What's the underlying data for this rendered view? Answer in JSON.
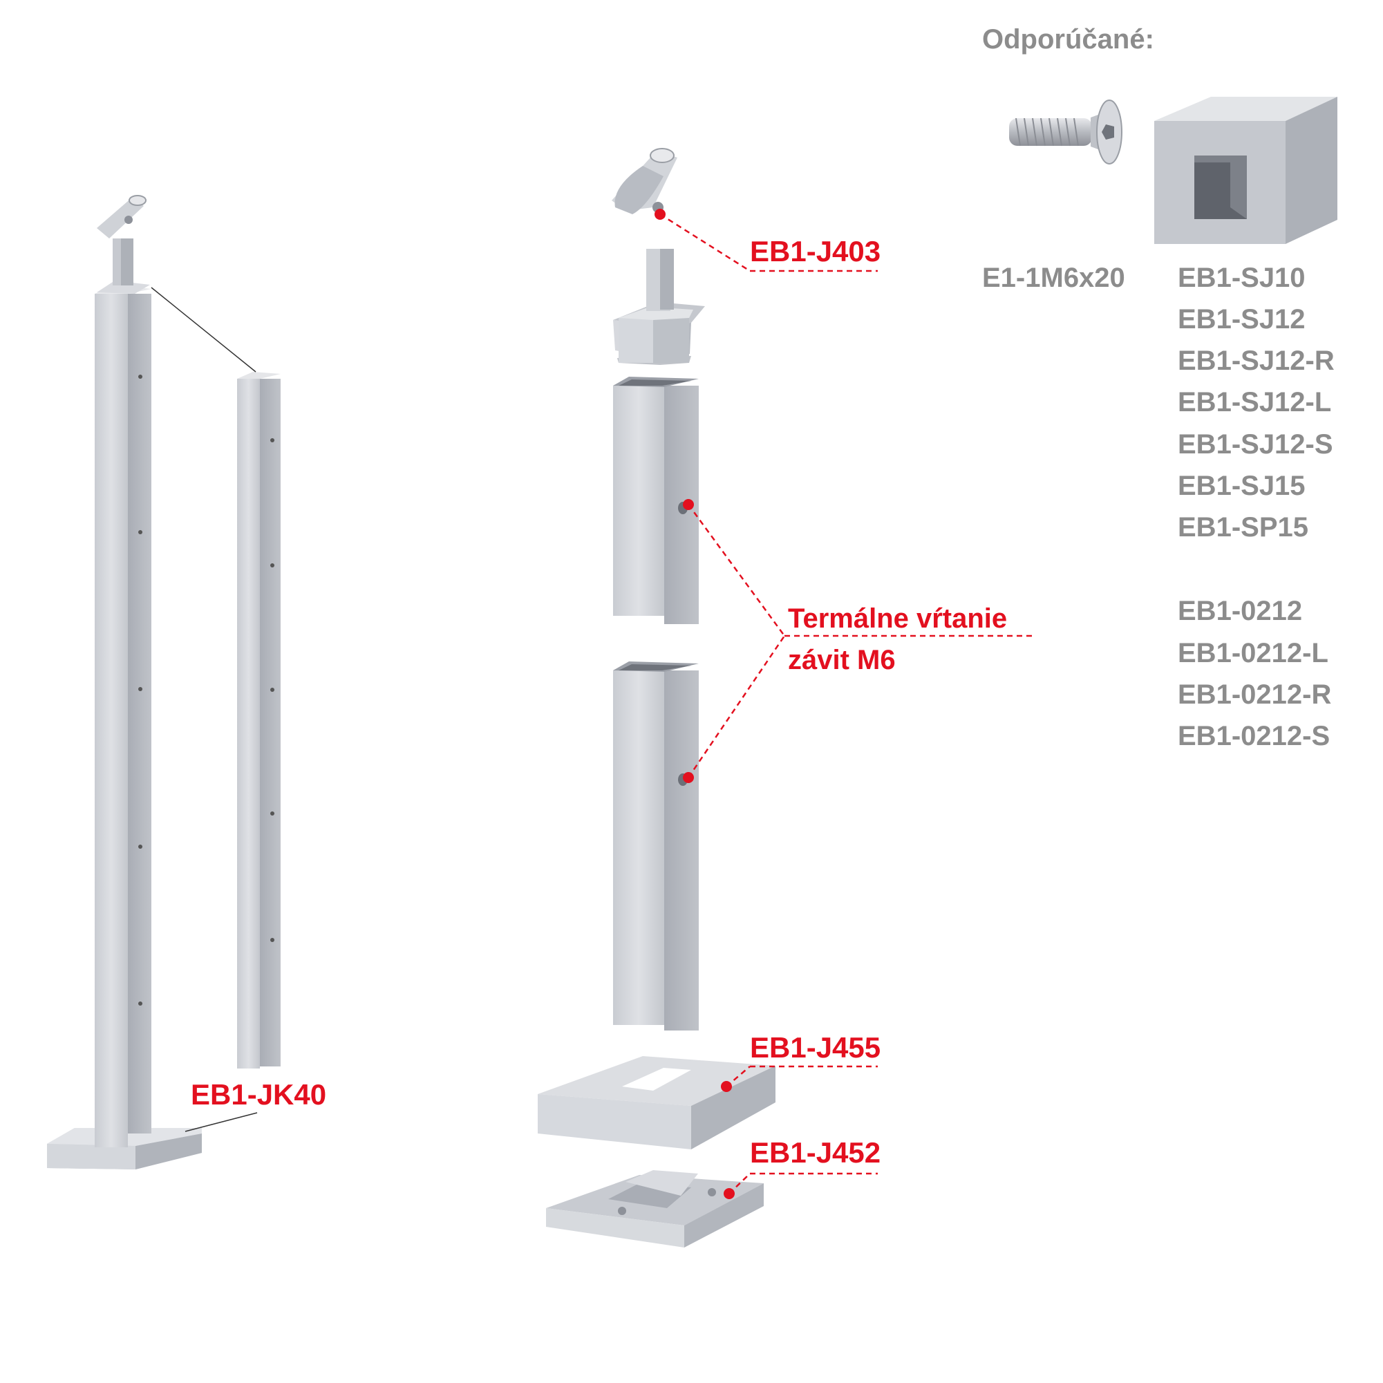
{
  "recommended": {
    "heading": "Odporúčané:",
    "screw_code": "E1-1M6x20",
    "codes_group1": [
      "EB1-SJ10",
      "EB1-SJ12",
      "EB1-SJ12-R",
      "EB1-SJ12-L",
      "EB1-SJ12-S",
      "EB1-SJ15",
      "EB1-SP15"
    ],
    "codes_group2": [
      "EB1-0212",
      "EB1-0212-L",
      "EB1-0212-R",
      "EB1-0212-S"
    ]
  },
  "callouts": {
    "post_code": "EB1-JK40",
    "holder_code": "EB1-J403",
    "drilling_line1": "Termálne vŕtanie",
    "drilling_line2": "závit M6",
    "cover_code": "EB1-J455",
    "base_code": "EB1-J452"
  },
  "colors": {
    "accent_red": "#e3101f",
    "label_grey": "#8c8c8c",
    "steel_light": "#d3d6dc",
    "steel_mid": "#b5b9c1",
    "steel_dark": "#8f939b"
  },
  "icons": [
    "screw-icon",
    "square-connector-icon",
    "handrail-holder-icon",
    "post-icon",
    "cover-plate-icon",
    "base-plate-icon"
  ]
}
